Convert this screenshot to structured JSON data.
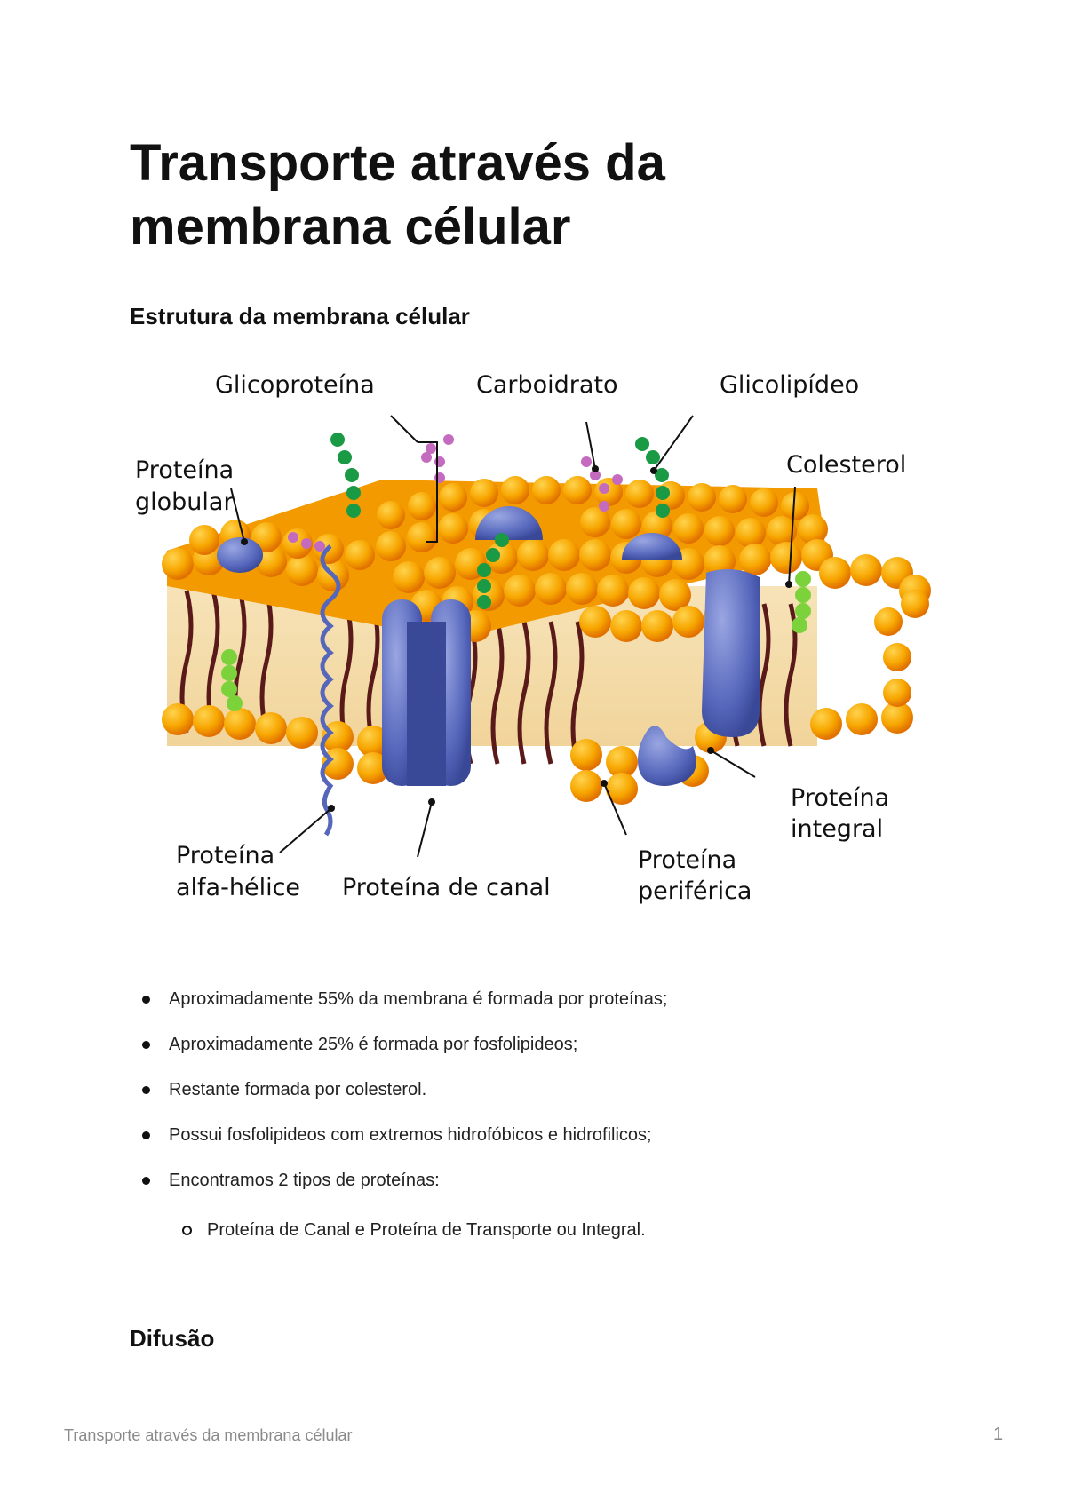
{
  "document": {
    "title": "Transporte através da membrana célular",
    "title_line1": "Transporte através da",
    "title_line2": "membrana célular",
    "section1_heading": "Estrutura da membrana célular",
    "figure": {
      "labels": {
        "glicoproteina": "Glicoproteína",
        "carboidrato": "Carboidrato",
        "glicolipideo": "Glicolipídeo",
        "proteina_globular_1": "Proteína",
        "proteina_globular_2": "globular",
        "colesterol": "Colesterol",
        "proteina_integral_1": "Proteína",
        "proteina_integral_2": "integral",
        "proteina_alfa_1": "Proteína",
        "proteina_alfa_2": "alfa-hélice",
        "proteina_canal": "Proteína de canal",
        "proteina_periferica_1": "Proteína",
        "proteina_periferica_2": "periférica"
      },
      "colors": {
        "phospholipid_head": "#f7a600",
        "phospholipid_head_dark": "#ef7d00",
        "tail_region": "#f6deb0",
        "tail": "#5a1a1a",
        "protein": "#5566bb",
        "protein_light": "#8a96d6",
        "glycan_green": "#1a9a45",
        "glycan_pink": "#c46bc0",
        "cholesterol": "#7cd23a"
      }
    },
    "bullets": [
      "Aproximadamente 55% da membrana é formada por proteínas;",
      "Aproximadamente 25% é formada por fosfolipideos;",
      "Restante formada por colesterol.",
      "Possui fosfolipideos com extremos hidrofóbicos e hidrofilicos;",
      "Encontramos 2 tipos de proteínas:"
    ],
    "sub_bullets": [
      "Proteína de Canal e Proteína de Transporte ou Integral."
    ],
    "section2_heading": "Difusão"
  },
  "footer": {
    "left_text": "Transporte através da membrana célular",
    "page_number": "1"
  }
}
